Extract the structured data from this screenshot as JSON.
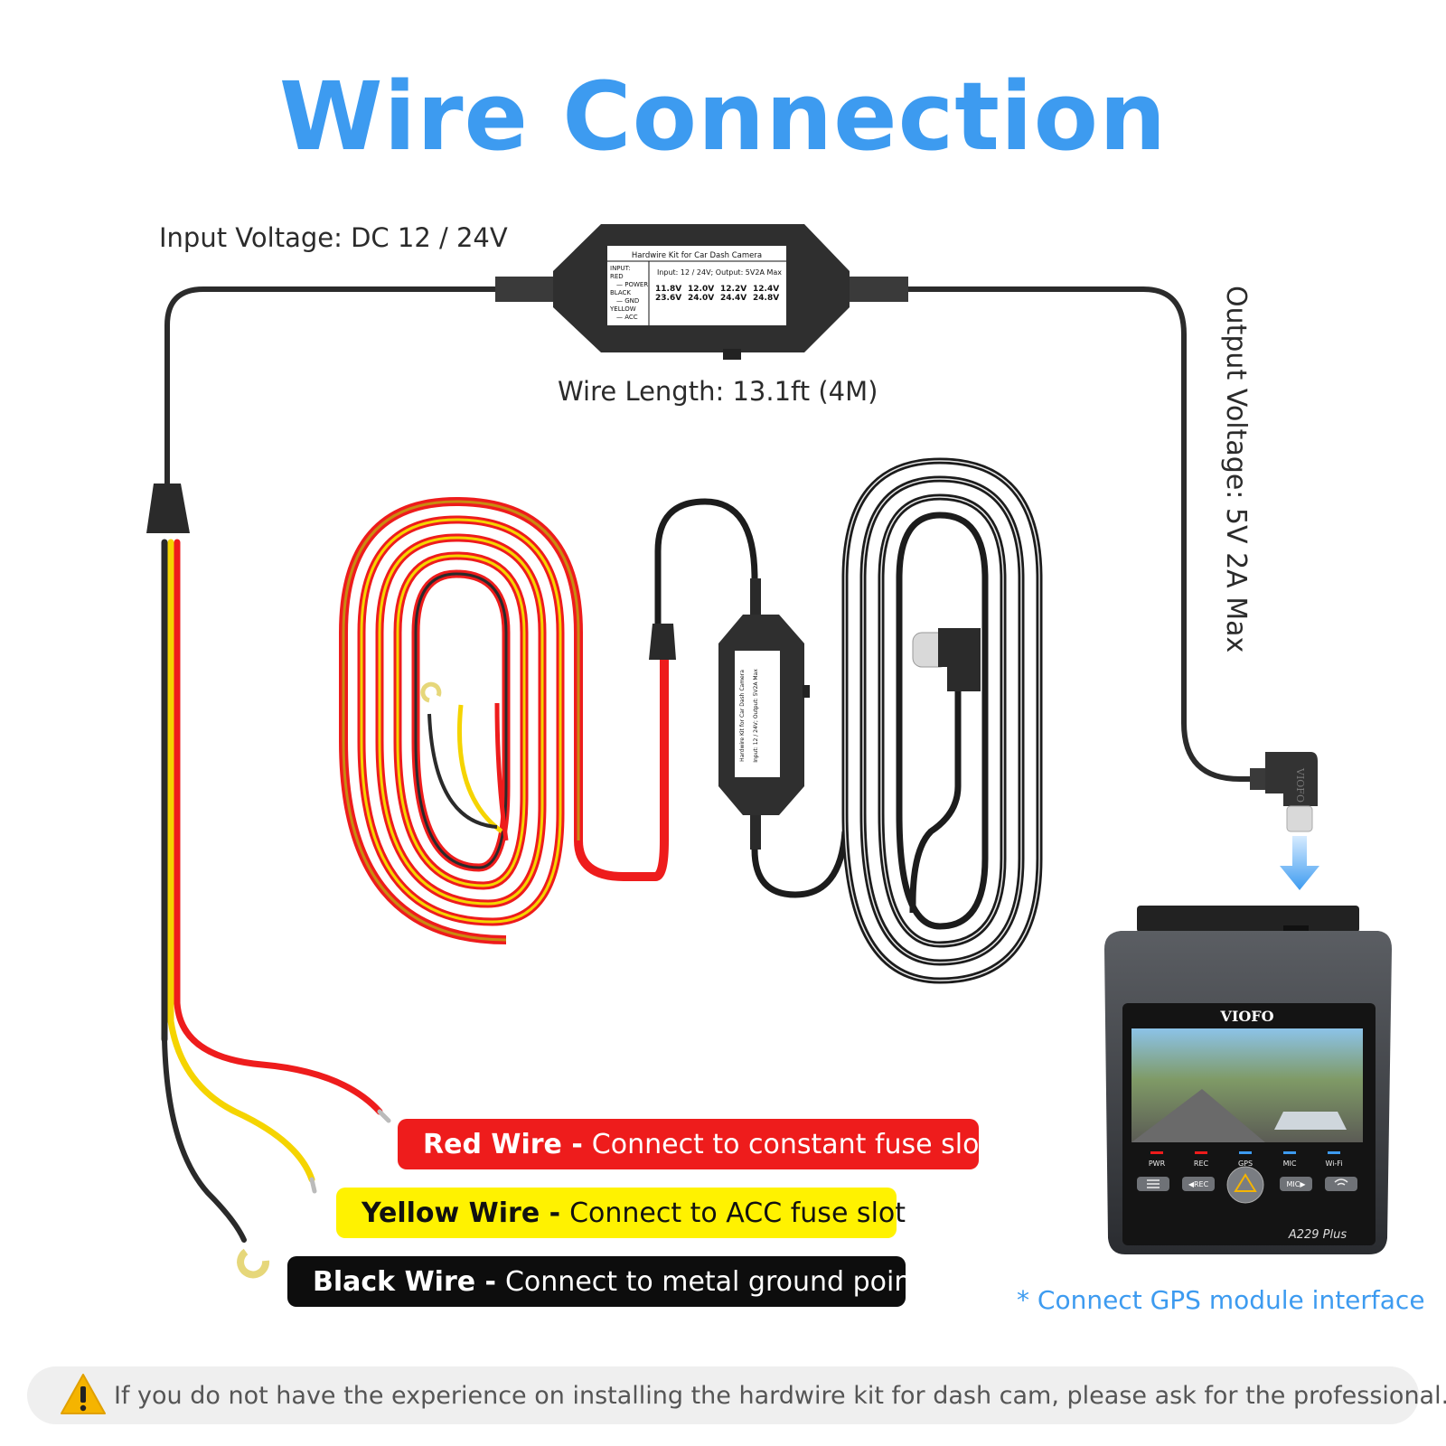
{
  "title": "Wire Connection",
  "labels": {
    "input_voltage": "Input Voltage: DC 12 / 24V",
    "wire_length": "Wire Length: 13.1ft (4M)",
    "output_voltage": "Output Voltage: 5V 2A Max"
  },
  "module_label": {
    "heading": "Hardwire Kit for Car Dash Camera",
    "spec": "Input: 12 / 24V; Output: 5V2A Max",
    "legend": [
      "INPUT:",
      "RED",
      "— POWER",
      "BLACK",
      "— GND",
      "YELLOW",
      "— ACC"
    ],
    "volts_top": [
      "11.8V",
      "12.0V",
      "12.2V",
      "12.4V"
    ],
    "volts_bottom": [
      "23.6V",
      "24.0V",
      "24.4V",
      "24.8V"
    ]
  },
  "wires": [
    {
      "bold": "Red Wire -",
      "text": "Connect to constant fuse slot",
      "bg": "#ee1c1c",
      "fg": "#ffffff"
    },
    {
      "bold": "Yellow Wire -",
      "text": "Connect to ACC fuse slot",
      "bg": "#fff200",
      "fg": "#111111"
    },
    {
      "bold": "Black Wire -",
      "text": "Connect to metal ground point",
      "bg": "#0d0d0d",
      "fg": "#ffffff"
    }
  ],
  "camera": {
    "brand": "VIOFO",
    "model": "A229 Plus",
    "indicators": [
      "PWR",
      "REC",
      "GPS",
      "MIC",
      "Wi-Fi"
    ],
    "buttons": [
      "menu-icon",
      "◀REC",
      "warning-icon",
      "MIC▶",
      "wifi-icon"
    ]
  },
  "plug_brand": "VIOFO",
  "gps_note": "* Connect GPS module interface",
  "warning": "If you do not have the experience on installing the hardwire kit for dash cam, please ask for the professional.",
  "colors": {
    "accent": "#3d9bf0",
    "red_wire": "#ee1c1c",
    "yellow_wire": "#f5d400",
    "black_wire": "#2a2a2a",
    "warning_bg": "#efefef"
  }
}
